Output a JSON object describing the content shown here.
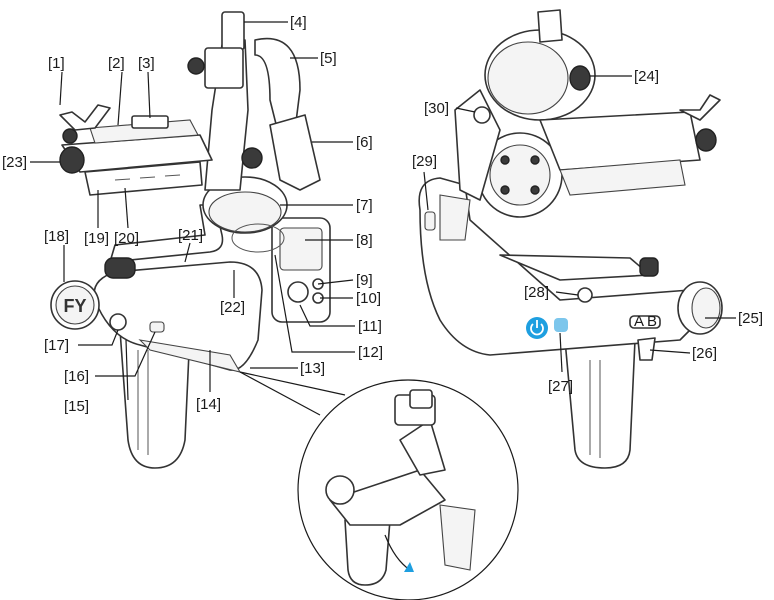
{
  "callouts": {
    "c1": "[1]",
    "c2": "[2]",
    "c3": "[3]",
    "c4": "[4]",
    "c5": "[5]",
    "c6": "[6]",
    "c7": "[7]",
    "c8": "[8]",
    "c9": "[9]",
    "c10": "[10]",
    "c11": "[11]",
    "c12": "[12]",
    "c13": "[13]",
    "c14": "[14]",
    "c15": "[15]",
    "c16": "[16]",
    "c17": "[17]",
    "c18": "[18]",
    "c19": "[19]",
    "c20": "[20]",
    "c21": "[21]",
    "c22": "[22]",
    "c23": "[23]",
    "c24": "[24]",
    "c25": "[25]",
    "c26": "[26]",
    "c27": "[27]",
    "c28": "[28]",
    "c29": "[29]",
    "c30": "[30]"
  },
  "markings": {
    "button_a": "A",
    "button_b": "B"
  },
  "colors": {
    "power_button": "#1e9fe0",
    "power_led": "#7cc6ec",
    "lines": "#1a1a1a"
  },
  "icons": {
    "logo": "feiyu-logo",
    "power": "power-icon",
    "fold_arrow": "curved-arrow-icon"
  }
}
